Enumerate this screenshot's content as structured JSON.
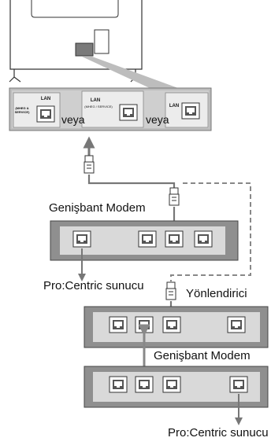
{
  "labels": {
    "lan": "LAN",
    "mheg_service_stacked": "(MHEG &\nSERVICE)",
    "mheg_service": "(MHEG / SERVICE)",
    "veya": "veya",
    "broadband_modem": "Genişbant Modem",
    "router": "Yönlendirici",
    "server": "Pro:Centric sunucu"
  },
  "colors": {
    "panel": "#c8c8c8",
    "device": "#8f8f8f",
    "port_face": "#d9d9d9",
    "highlight": "#ececec"
  }
}
